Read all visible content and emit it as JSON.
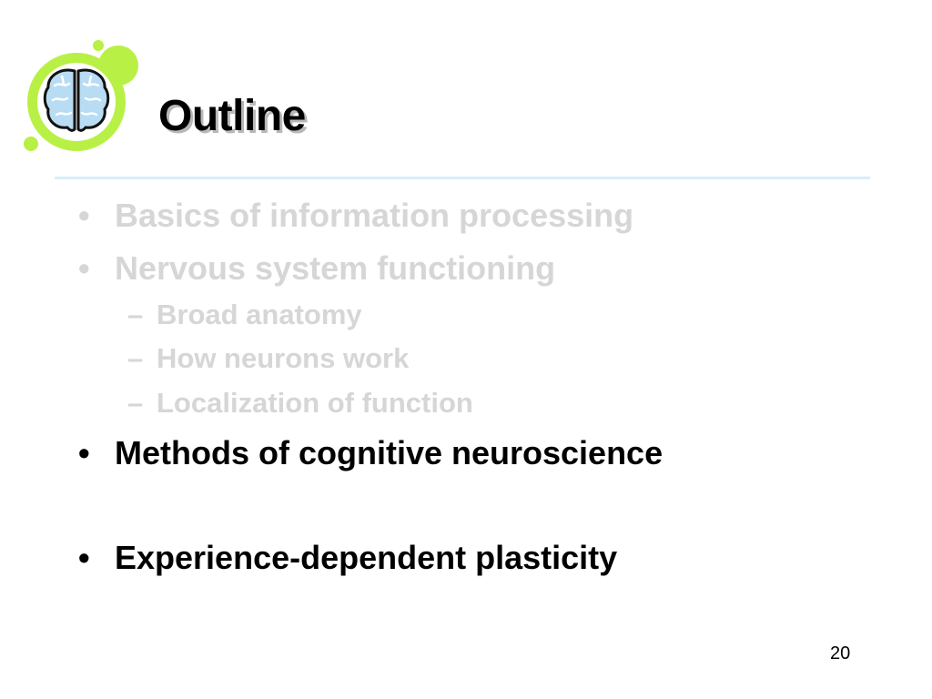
{
  "slide": {
    "title": "Outline",
    "page_number": "20",
    "logo_icon": "brain-icon",
    "colors": {
      "logo_green": "#b9f045",
      "brain_blue": "#b8dcf4",
      "divider": "#d8eef8",
      "dimmed_text": "#d6d6d6",
      "active_text": "#000000"
    },
    "bullets": [
      {
        "marker": "•",
        "text": "Basics of information processing",
        "state": "dimmed"
      },
      {
        "marker": "•",
        "text": "Nervous system functioning",
        "state": "dimmed"
      },
      {
        "marker": "–",
        "text": "Broad anatomy",
        "state": "dimmed"
      },
      {
        "marker": "–",
        "text": "How neurons work",
        "state": "dimmed"
      },
      {
        "marker": "–",
        "text": "Localization of function",
        "state": "dimmed"
      },
      {
        "marker": "•",
        "text": "Methods of cognitive neuroscience",
        "state": "active"
      },
      {
        "marker": "•",
        "text": "Experience-dependent plasticity",
        "state": "active"
      }
    ]
  }
}
